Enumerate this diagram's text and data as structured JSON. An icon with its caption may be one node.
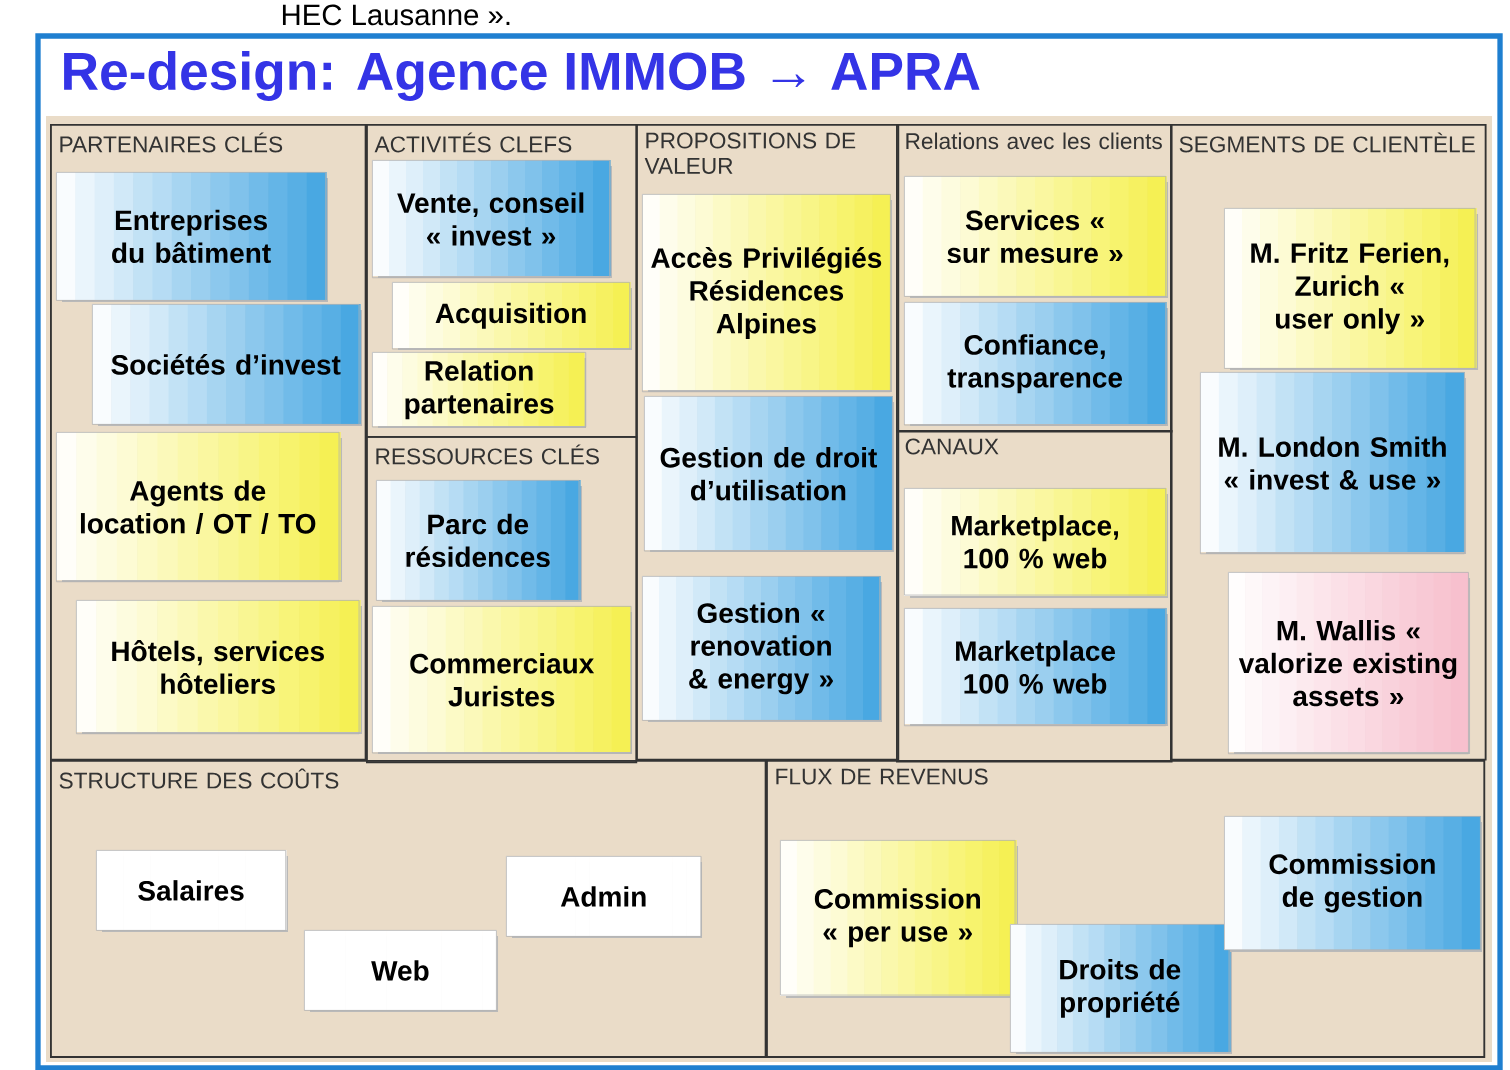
{
  "diagram": {
    "title": "Re-design: Agence IMMOB → APRA",
    "nodes": [
      {
        "text": [
          "PARTENAIRES CLÉS"
        ]
      },
      {
        "text": [
          "Entreprises du bâtiment"
        ],
        "in": 0
      },
      {
        "text": [
          "Sociétés d’invest"
        ],
        "in": 0
      },
      {
        "text": [
          "Agents de location / OT / TO"
        ],
        "in": 0
      },
      {
        "text": [
          "Hôtels, services hôteliers"
        ],
        "in": 0
      },
      {
        "text": [
          "ACTIVITÉS CLEFS"
        ]
      },
      {
        "text": [
          "Vente, conseil « invest »"
        ],
        "in": 5
      },
      {
        "text": [
          "Acquisition"
        ],
        "in": 5
      },
      {
        "text": [
          "Relation partenaires"
        ],
        "in": 5
      },
      {
        "text": [
          "RESSOURCES CLÉS"
        ]
      },
      {
        "text": [
          "Parc de résidences"
        ],
        "in": 9
      },
      {
        "text": [
          "Commerciaux Juristes"
        ],
        "in": 9
      },
      {
        "text": [
          "PROPOSITIONS DE VALEUR"
        ]
      },
      {
        "text": [
          "Accès Privilégiés Résidences Alpines"
        ],
        "in": 12
      },
      {
        "text": [
          "Gestion de droit d’utilisation"
        ],
        "in": 12
      },
      {
        "text": [
          "Gestion « renovation & energy »"
        ],
        "in": 12
      },
      {
        "text": [
          "Relations avec les clients"
        ]
      },
      {
        "text": [
          "Services « sur mesure »"
        ],
        "in": 16
      },
      {
        "text": [
          "Confiance, transparence"
        ],
        "in": 16
      },
      {
        "text": [
          "CANAUX"
        ]
      },
      {
        "text": [
          "Marketplace, 100 % web"
        ],
        "in": 19
      },
      {
        "text": [
          "Marketplace 100 % web"
        ],
        "in": 19
      },
      {
        "text": [
          "SEGMENTS DE CLIENTÈLE"
        ]
      },
      {
        "text": [
          "M. Fritz Ferien, Zurich « user only »"
        ],
        "in": 22
      },
      {
        "text": [
          "M. London Smith « invest & use »"
        ],
        "in": 22
      },
      {
        "text": [
          "M. Wallis « valorize existing assets »"
        ],
        "in": 22
      },
      {
        "text": [
          "STRUCTURE DES COÛTS"
        ]
      },
      {
        "text": [
          "Salaires"
        ],
        "in": 26
      },
      {
        "text": [
          "Web"
        ],
        "in": 26
      },
      {
        "text": [
          "Admin"
        ],
        "in": 26
      },
      {
        "text": [
          "FLUX DE REVENUS"
        ]
      },
      {
        "text": [
          "Commission « per use »"
        ],
        "in": 30
      },
      {
        "text": [
          "Droits de propriété"
        ],
        "in": 30
      },
      {
        "text": [
          "Commission de gestion"
        ],
        "in": 30
      }
    ],
    "labels": [
      "HEC Lausanne »."
    ]
  }
}
